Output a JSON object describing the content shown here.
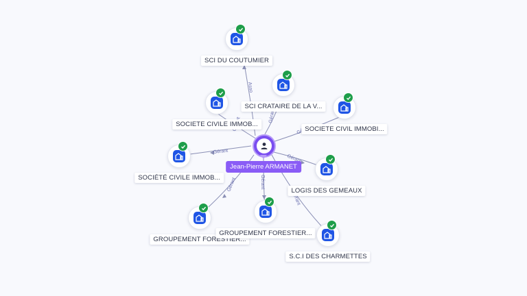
{
  "center": {
    "name": "Jean-Pierre ARMANET",
    "icon": "person-icon"
  },
  "colors": {
    "accent": "#8a5cf6",
    "company": "#1f55e5",
    "verified": "#1e9e4a",
    "edge": "#8a8fb5"
  },
  "companies": [
    {
      "name": "SCI DU COUTUMIER",
      "relation": "Asso"
    },
    {
      "name": "SCI CRATAIRE DE LA V...",
      "relation": "Gérant"
    },
    {
      "name": "SOCIETE CIVILE IMMOB...",
      "relation": "Gérant"
    },
    {
      "name": "SOCIETE CIVIL IMMOBI...",
      "relation": "Gérant"
    },
    {
      "name": "SOCIÉTÉ CIVILE IMMOB...",
      "relation": "Gérant"
    },
    {
      "name": "LOGIS DES GEMEAUX",
      "relation": "Gérant"
    },
    {
      "name": "GROUPEMENT FORESTIER...",
      "relation": "Gérant"
    },
    {
      "name": "GROUPEMENT FORESTIER...",
      "relation": "Gérant"
    },
    {
      "name": "S.C.I DES CHARMETTES",
      "relation": "Gérant"
    }
  ]
}
